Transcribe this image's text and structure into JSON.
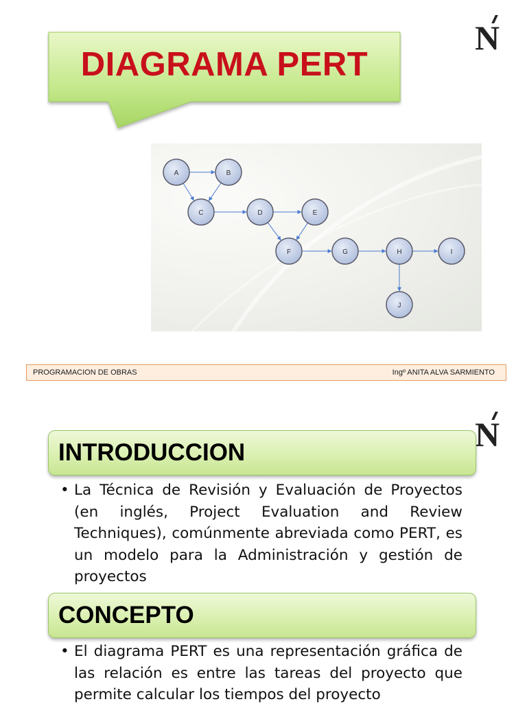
{
  "slide1": {
    "title": "DIAGRAMA PERT",
    "logo": {
      "letter": "N",
      "icon": "logo-icon"
    },
    "diagram": {
      "nodes": [
        "A",
        "B",
        "C",
        "D",
        "E",
        "F",
        "G",
        "H",
        "I",
        "J"
      ],
      "edges": [
        [
          "A",
          "B"
        ],
        [
          "A",
          "C"
        ],
        [
          "B",
          "C"
        ],
        [
          "C",
          "D"
        ],
        [
          "D",
          "E"
        ],
        [
          "D",
          "F"
        ],
        [
          "E",
          "F"
        ],
        [
          "F",
          "G"
        ],
        [
          "G",
          "H"
        ],
        [
          "H",
          "I"
        ],
        [
          "H",
          "J"
        ]
      ],
      "colors": {
        "node_fill": "#c7d2ea",
        "node_stroke": "#5a5a6a",
        "edge": "#4a7bd0"
      }
    },
    "footer": {
      "left": "PROGRAMACION DE OBRAS",
      "right": "Ingº ANITA ALVA SARMIENTO"
    }
  },
  "slide2": {
    "logo": {
      "letter": "N",
      "icon": "logo-icon"
    },
    "sections": [
      {
        "heading": "INTRODUCCION",
        "bullet": "La Técnica de Revisión y Evaluación de Proyectos (en inglés, Project Evaluation and Review Techniques), comúnmente abreviada como PERT, es un modelo para la Administración y gestión de proyectos"
      },
      {
        "heading": "CONCEPTO",
        "bullet": "El diagrama PERT es una representación gráfica de las relación es entre las tareas del proyecto que permite calcular los tiempos del proyecto"
      }
    ],
    "bullet_char": "•"
  },
  "colors": {
    "title_red": "#c8101b",
    "callout_green": "#b8e07a",
    "header_green": "#d8efad",
    "footer_border": "#e89a5c"
  }
}
